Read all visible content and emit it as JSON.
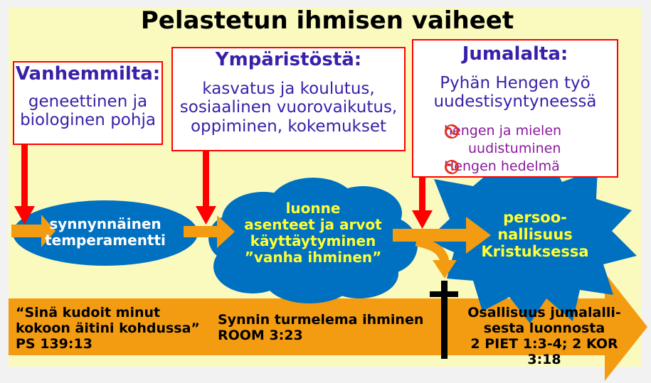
{
  "title": "Pelastetun ihmisen vaiheet",
  "boxes": {
    "parents": {
      "heading": "Vanhemmilta:",
      "lines": [
        "geneettinen ja",
        "biologinen pohja"
      ]
    },
    "environment": {
      "heading": "Ympäristöstä:",
      "lines": [
        "kasvatus ja koulutus,",
        "sosiaalinen vuorovaikutus,",
        "oppiminen, kokemukset"
      ]
    },
    "god": {
      "heading": "Jumalalta:",
      "lines": [
        "Pyhän Hengen työ",
        "uudestisyntyneessä"
      ],
      "bullets": [
        "hengen ja mielen",
        "uudistuminen",
        "Hengen hedelmä"
      ]
    }
  },
  "ellipse": {
    "lines": [
      "synnynnäinen",
      "temperamentti"
    ]
  },
  "cloud": {
    "lines": [
      "luonne",
      "asenteet ja arvot",
      "käyttäytyminen",
      "”vanha ihminen”"
    ]
  },
  "star": {
    "lines": [
      "persoo-",
      "nallisuus",
      "Kristuksessa"
    ]
  },
  "band": {
    "left": [
      "“Sinä kudoit minut",
      "kokoon äitini kohdussa”",
      "PS 139:13"
    ],
    "middle": [
      "Synnin turmelema ihminen",
      "ROOM 3:23"
    ],
    "right": [
      "Osallisuus jumalalli-",
      "sesta luonnosta",
      "2 PIET 1:3-4; 2 KOR 3:18"
    ]
  },
  "colors": {
    "slide_bg": "#fafabf",
    "blue_shape": "#0070c0",
    "orange_arrow": "#f39c12",
    "red_arrow": "#ff0000",
    "box_border": "#ff0000",
    "heading_text": "#3a1fa8",
    "bullet_text": "#8a1a9c",
    "yellow_text": "#ffff33"
  },
  "icons": {
    "bullet": "swirl-bullet-icon",
    "cross": "cross-icon"
  }
}
